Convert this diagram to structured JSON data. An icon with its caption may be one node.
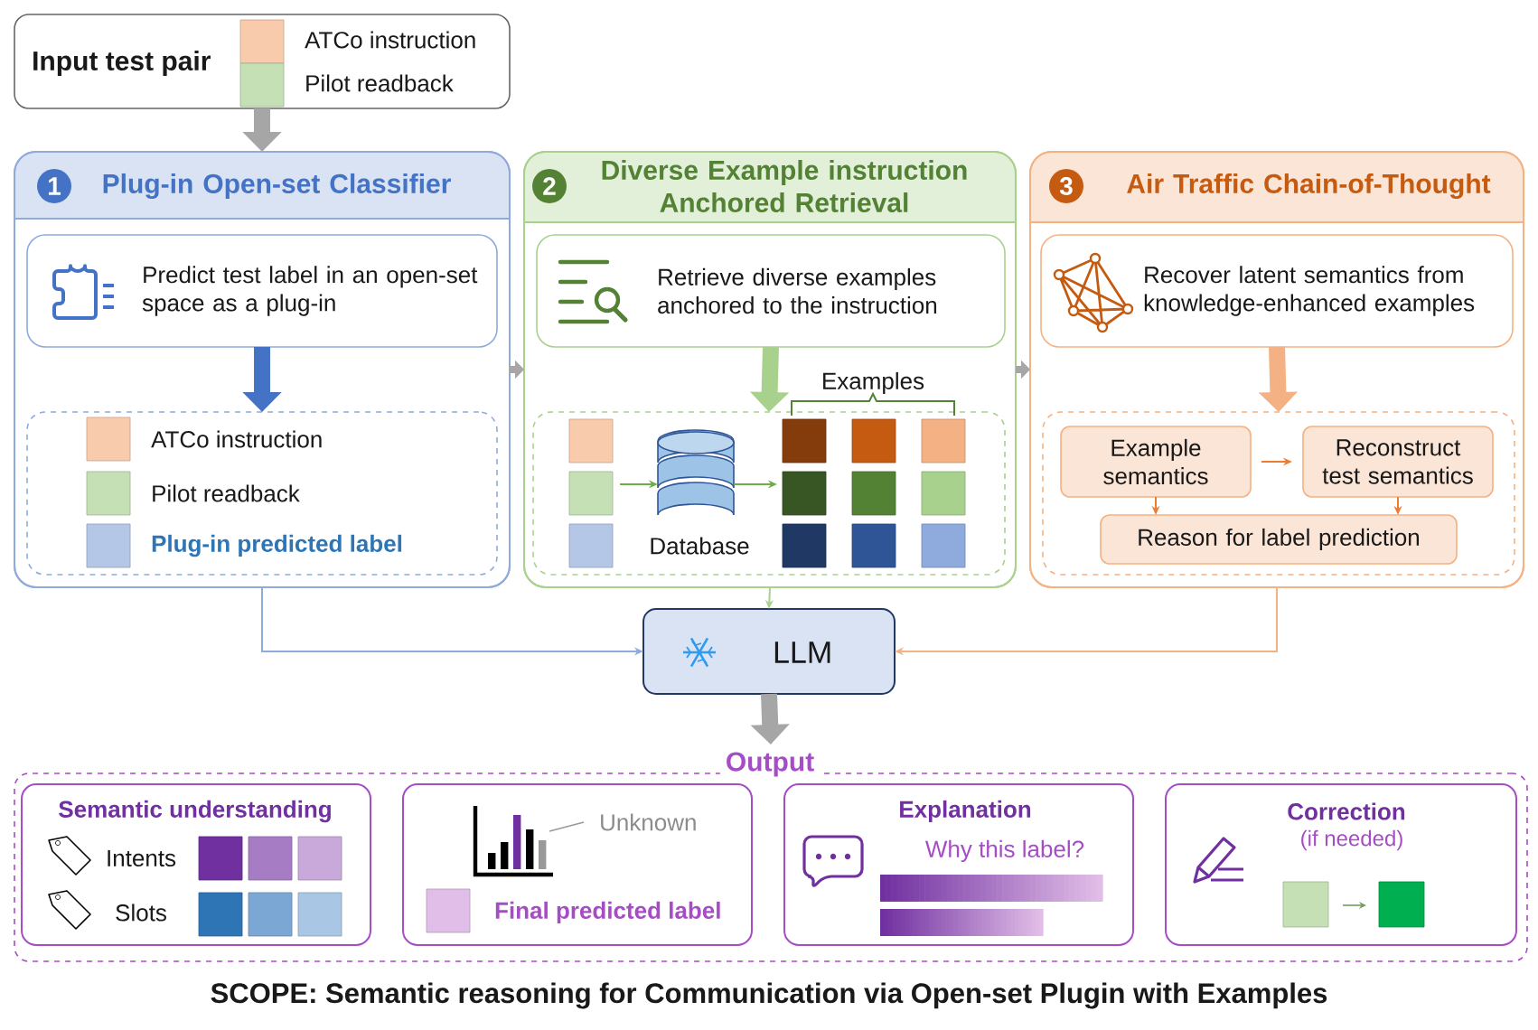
{
  "diagram": {
    "caption": "SCOPE: Semantic reasoning for Communication via Open-set Plugin with Examples",
    "nodes": [
      {
        "text": [
          "Input test pair",
          "ATCo instruction",
          "Pilot readback"
        ]
      },
      {
        "text": [
          "1",
          "Plug-in Open-set Classifier"
        ]
      },
      {
        "text": [
          "Predict test label in an open-set space as a plug-in"
        ],
        "in": 1
      },
      {
        "text": [
          "ATCo instruction",
          "Pilot readback",
          "Plug-in predicted label"
        ],
        "in": 1
      },
      {
        "text": [
          "2",
          "Diverse Example instruction Anchored Retrieval"
        ]
      },
      {
        "text": [
          "Retrieve diverse examples anchored to the instruction"
        ],
        "in": 4
      },
      {
        "text": [
          "Examples"
        ],
        "in": 4
      },
      {
        "text": [
          "Database"
        ],
        "in": 6
      },
      {
        "text": [
          "3",
          "Air Traffic Chain-of-Thought"
        ]
      },
      {
        "text": [
          "Recover latent semantics from knowledge-enhanced examples"
        ],
        "in": 8
      },
      {
        "text": [],
        "shape": "box",
        "in": 8
      },
      {
        "text": [
          "Example semantics"
        ],
        "in": 10
      },
      {
        "text": [
          "Reconstruct test semantics"
        ],
        "in": 10
      },
      {
        "text": [
          "Reason for label prediction"
        ],
        "in": 10
      },
      {
        "text": [
          "LLM"
        ]
      },
      {
        "text": [
          "Output"
        ]
      },
      {
        "text": [
          "Semantic understanding",
          "Intents",
          "Slots"
        ],
        "in": 15
      },
      {
        "text": [
          "Unknown",
          "Final predicted label"
        ],
        "in": 15
      },
      {
        "text": [
          "Explanation",
          "Why this label?"
        ],
        "in": 15
      },
      {
        "text": [
          "Correction",
          "(if needed)"
        ],
        "in": 15
      }
    ],
    "edges": [
      {
        "from": 0,
        "to": 1,
        "arrow": "to",
        "style": "thick",
        "color": "#a6a6a6"
      },
      {
        "from": 2,
        "to": 3,
        "arrow": "to",
        "style": "thick",
        "color": "#4472c4"
      },
      {
        "from": 1,
        "to": 4,
        "arrow": "to",
        "style": "thick",
        "color": "#a6a6a6"
      },
      {
        "from": 5,
        "to": 6,
        "arrow": "to",
        "style": "thick",
        "color": "#a9d18e"
      },
      {
        "from": 4,
        "to": 8,
        "arrow": "to",
        "style": "thick",
        "color": "#a6a6a6"
      },
      {
        "from": 9,
        "to": 10,
        "arrow": "to",
        "style": "thick",
        "color": "#f4b183"
      },
      {
        "from": 11,
        "to": 12,
        "arrow": "to",
        "color": "#ed7d31"
      },
      {
        "from": 11,
        "to": 13,
        "arrow": "to",
        "color": "#ed7d31"
      },
      {
        "from": 12,
        "to": 13,
        "arrow": "to",
        "color": "#ed7d31"
      },
      {
        "from": null,
        "to": 7,
        "arrow": "to",
        "color": "#70ad47"
      },
      {
        "from": 7,
        "to": null,
        "arrow": "to",
        "color": "#70ad47"
      },
      {
        "from": 1,
        "to": 14,
        "arrow": "to",
        "color": "#8faadc"
      },
      {
        "from": 4,
        "to": 14,
        "arrow": "to",
        "color": "#a9d18e"
      },
      {
        "from": 8,
        "to": 14,
        "arrow": "to",
        "color": "#f4b183"
      },
      {
        "from": 14,
        "to": 15,
        "arrow": "to",
        "style": "thick",
        "color": "#a6a6a6"
      }
    ]
  }
}
